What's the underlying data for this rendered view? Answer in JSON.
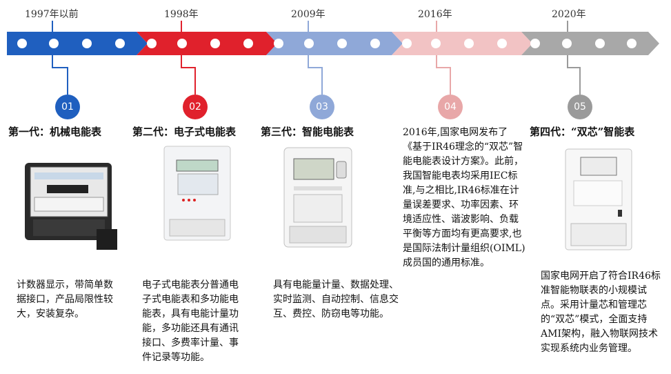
{
  "timeline": [
    {
      "num": "01",
      "year": "1997年以前",
      "title": "第一代：机械电能表",
      "color": "#1f5fbf",
      "desc": "计数器显示，带简单数据接口，产品局限性较大，安装复杂。"
    },
    {
      "num": "02",
      "year": "1998年",
      "title": "第二代：电子式电能表",
      "color": "#e0212c",
      "desc": "电子式电能表分普通电子式电能表和多功能电能表，具有电能计量功能，多功能还具有通讯接口、多费率计量、事件记录等功能。"
    },
    {
      "num": "03",
      "year": "2009年",
      "title": "第三代：智能电能表",
      "color": "#8fa8d8",
      "desc": "具有电能量计量、数据处理、实时监测、自动控制、信息交互、费控、防窃电等功能。"
    },
    {
      "num": "04",
      "year": "2016年",
      "title": "",
      "color": "#e8a7a8",
      "desc": "2016年,国家电网发布了《基于IR46理念的“双芯”智能电能表设计方案》。此前，我国智能电表均采用IEC标准,与之相比,IR46标准在计量误差要求、功率因素、环境适应性、谐波影响、负载平衡等方面均有更高要求,也是国际法制计量组织(OIML)成员国的通用标准。"
    },
    {
      "num": "05",
      "year": "2020年",
      "title": "第四代：“双芯”智能表",
      "color": "#9a9a9a",
      "desc": "国家电网开启了符合IR46标准智能物联表的小规模试点。采用计量芯和管理芯的“双芯”模式，全面支持AMI架构，融入物联网技术实现系统内业务管理。"
    }
  ]
}
